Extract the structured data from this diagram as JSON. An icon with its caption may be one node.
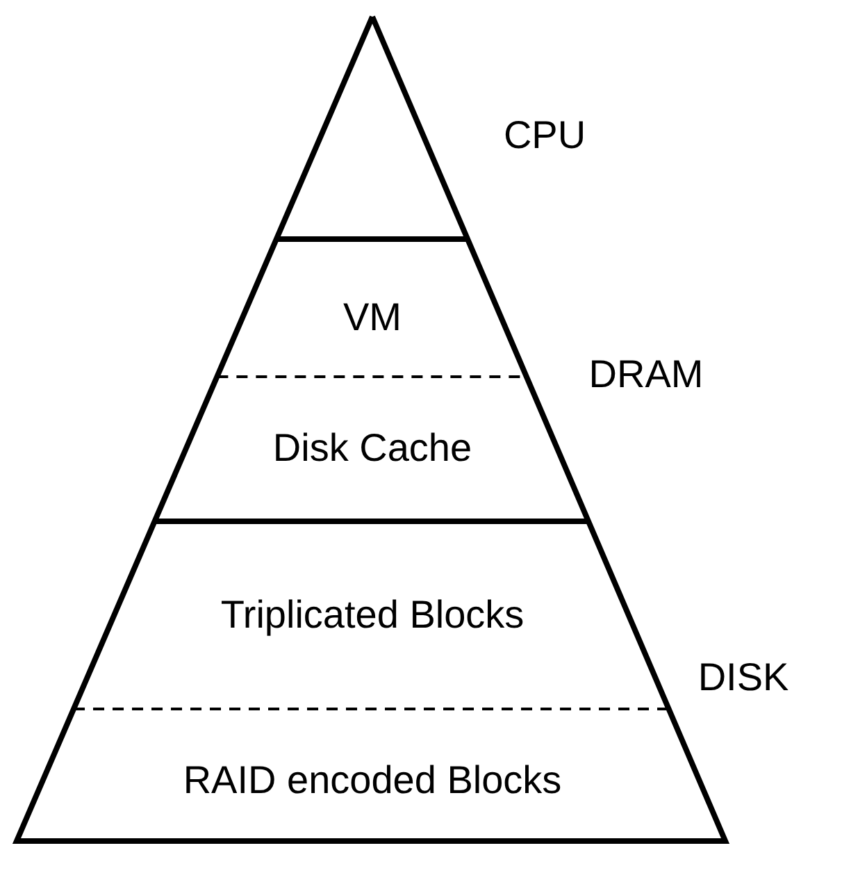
{
  "diagram": {
    "nodes": [
      {
        "text": [
          "VM"
        ]
      },
      {
        "text": [
          "Disk Cache"
        ]
      },
      {
        "text": [
          "Triplicated Blocks"
        ]
      },
      {
        "text": [
          "RAID encoded Blocks"
        ]
      }
    ],
    "labels": [
      "CPU",
      "DRAM",
      "DISK"
    ]
  }
}
